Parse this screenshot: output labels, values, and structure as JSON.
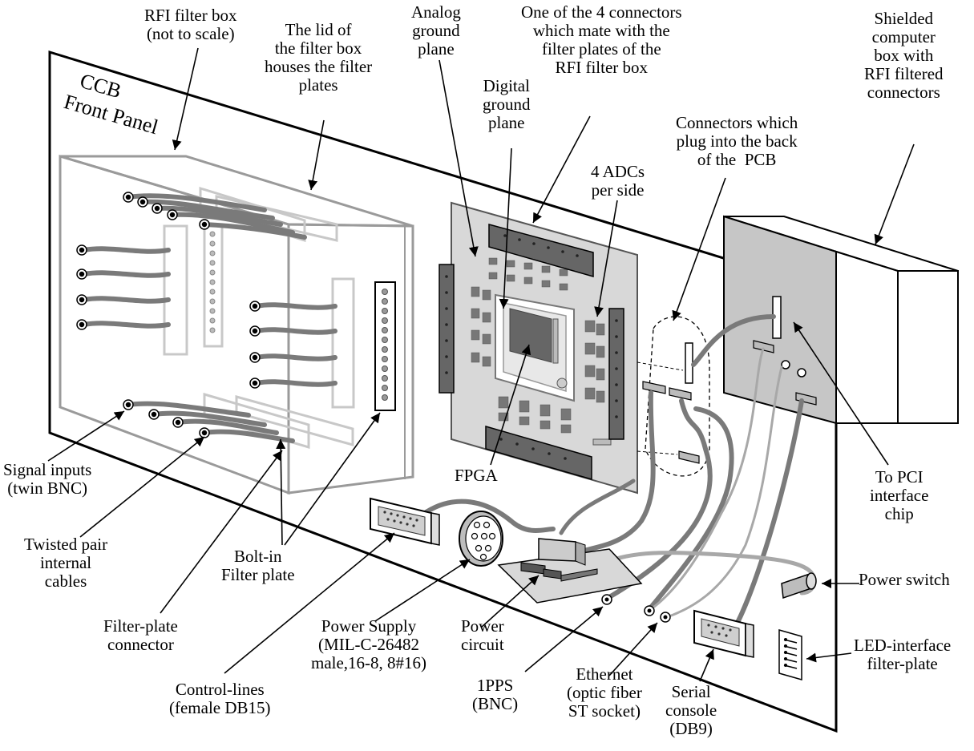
{
  "labels": {
    "rfi_box": "RFI filter box\n(not to scale)",
    "lid": "The lid of\nthe filter box\nhouses the filter\nplates",
    "analog": "Analog\nground\nplane",
    "digital": "Digital\nground\nplane",
    "one_of_4": "One of the 4 connectors\nwhich mate with the\nfilter plates of the\nRFI filter box",
    "shielded": "Shielded\ncomputer\nbox with\nRFI filtered\nconnectors",
    "connectors_back": "Connectors which\nplug into the back\nof the  PCB",
    "adcs": "4 ADCs\nper side",
    "ccb_front_1": "CCB",
    "ccb_front_2": "Front Panel",
    "fpga": "FPGA",
    "signal_inputs": "Signal inputs\n(twin BNC)",
    "twisted_pair": "Twisted pair\ninternal\ncables",
    "filter_plate_conn": "Filter-plate\nconnector",
    "bolt_in": "Bolt-in\nFilter plate",
    "control_lines": "Control-lines\n(female DB15)",
    "power_supply": "Power Supply\n(MIL-C-26482\nmale,16-8, 8#16)",
    "power_circuit": "Power\ncircuit",
    "pps": "1PPS\n(BNC)",
    "ethernet": "Ethernet\n(optic fiber\nST socket)",
    "serial": "Serial\nconsole\n(DB9)",
    "to_pci": "To PCI\ninterface\nchip",
    "power_switch": "Power switch",
    "led": "LED-interface\nfilter-plate"
  },
  "colors": {
    "line": "#000000",
    "cable": "#7a7a7a",
    "cable_light": "#a8a8a8",
    "board": "#d8d8d8",
    "chip_dark": "#666666",
    "box_gray": "#c6c6c6",
    "ghost": "#c8c8c8"
  },
  "icons": [
    "bnc-connector-icon",
    "db15-connector-icon",
    "db9-connector-icon",
    "mil-power-connector-icon",
    "toggle-switch-icon",
    "led-plate-icon"
  ]
}
